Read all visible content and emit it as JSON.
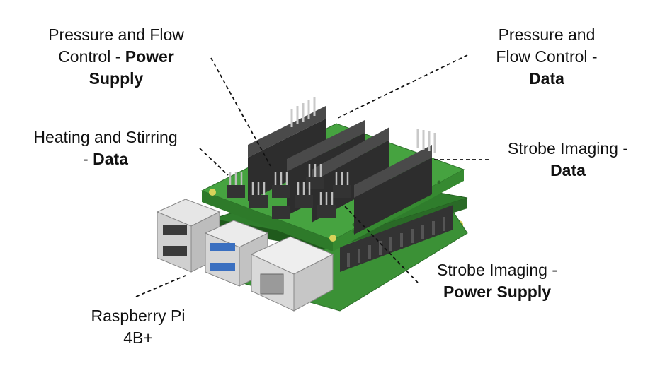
{
  "labels": {
    "pfc_power": {
      "line1": "Pressure and Flow",
      "line2_plain": "Control - ",
      "line2_bold": "Power",
      "line3_bold": "Supply"
    },
    "pfc_data": {
      "line1": "Pressure and",
      "line2": "Flow Control -",
      "line3_bold": "Data"
    },
    "heat_data": {
      "line1": "Heating and Stirring",
      "line2_plain": "- ",
      "line2_bold": "Data"
    },
    "strobe_data": {
      "line1": "Strobe Imaging -",
      "line2_bold": "Data"
    },
    "strobe_power": {
      "line1": "Strobe Imaging -",
      "line2_bold": "Power Supply"
    },
    "rpi": {
      "line1": "Raspberry Pi",
      "line2": "4B+"
    }
  },
  "colors": {
    "pcb_green": "#3f9a3a",
    "pcb_edge": "#2c6e29",
    "connector_black": "#3a3a3a",
    "metal_silver": "#c8c8c8",
    "usb_blue": "#3a6fc0",
    "leader_line": "#111111"
  }
}
